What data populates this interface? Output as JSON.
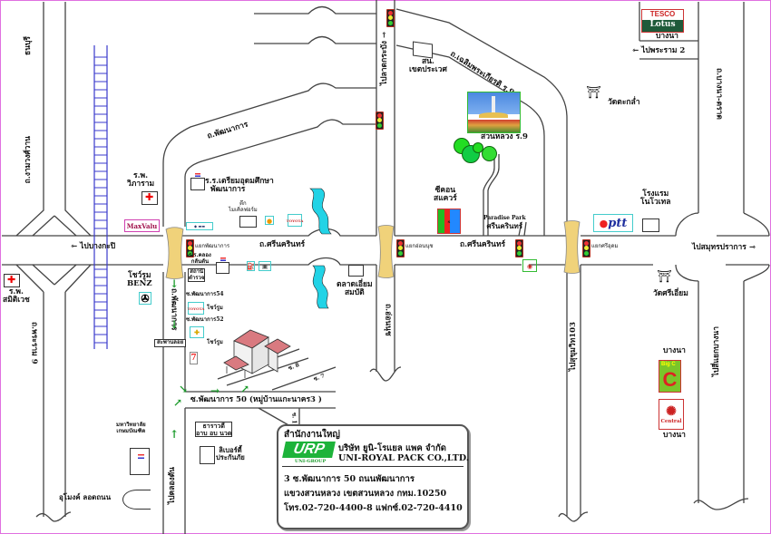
{
  "roads": {
    "thonburi": "ธนบุรี",
    "ngamwongwan": "ถ.งามวงศ์วาน",
    "phraram9": "ถ.พระราม 9",
    "pattanakarn": "ถ.พัฒนาการ",
    "srinakarin_1": "ถ.ศรีนครินทร์",
    "srinakarin_2": "ถ.ศรีนครินทร์",
    "chalermprakiat": "ถ.เฉลิมพระเกียรติ ร.9",
    "bangna_trad": "ถ.บางนา-ตราด",
    "onnut": "ถ.อ่อนนุช",
    "pattanakarn_soi": "ถ.พัฒนาการ",
    "soi8": "ซ. 8",
    "soi7": "ซ. 7",
    "soi1": "ซ. 1"
  },
  "directions": {
    "to_bangkapi": "ไปบางกะปิ",
    "to_ladkrabang": "ไปลาดกระบัง",
    "to_rama2": "ไปพระราม 2",
    "to_samutprakan": "ไปสมุทรปราการ",
    "to_klongtan": "ไปคลองตัน",
    "to_sukhumvit103": "ไปสุขุมวิท103",
    "to_bangna_junction": "ไปสี่แยกบางนา"
  },
  "intersections": {
    "pattanakarn": "แยกพัฒนาการ",
    "onnut": "แยกอ่อนนุช",
    "sriudom": "แยกศรีอุดม"
  },
  "landmarks": {
    "vikaram_hospital_1": "ร.พ.",
    "vikaram_hospital_2": "วิภาราม",
    "samitivej_1": "ร.พ.",
    "samitivej_2": "สมิติเวช",
    "maxvalu": "MaxValu",
    "school_1": "ร.ร.เตรียมอุดมศึกษา",
    "school_2": "พัฒนาการ",
    "building_1": "ตึก",
    "building_2": "ไมเคิ่ลฟอร์ม",
    "school2_1": "ร.ร.คลอง",
    "school2_2": "กลันตัน",
    "station_1": "สถานี",
    "station_2": "ตำรวจ",
    "benz_1": "โชว์รูม",
    "benz_2": "BENZ",
    "soi54": "ซ.พัฒนาการ54",
    "soi52": "ซ.พัฒนาการ52",
    "toyota_showroom": "โชว์รูม",
    "chevrolet_showroom": "โชว์รูม",
    "bridge_sign": "สะพานลอย",
    "soi50": "ซ.พัฒนาการ 50 (หมู่บ้านแกะนาคร3 )",
    "university_1": "มหาวิทยาลัย",
    "university_2": "เกษมบัณฑิต",
    "bts_1": "ธาราวดี",
    "bts_2": "อาบ อบ นวด",
    "liberty_1": "ลิเบอร์ตี้",
    "liberty_2": "ประกันภัย",
    "tunnel": "อุโมงค์ ลอดถนน",
    "market_1": "ตลาดเอี่ยม",
    "market_2": "สมบัติ",
    "police_1": "สน.",
    "police_2": "เขตประเวศ",
    "park": "สวนหลวง ร.9",
    "seacon_1": "ซีคอน",
    "seacon_2": "สแควร์",
    "paradise_1": "Paradise Park",
    "paradise_2": "ศรีนครินทร์",
    "novotel_1": "โรงแรม",
    "novotel_2": "โนโวเทล",
    "wat_krathum": "วัดตะกล่ำ",
    "wat_sri_iam": "วัดศรีเอี่ยม",
    "tesco_1": "TESCO",
    "tesco_2": "Lotus",
    "tesco_loc": "บางนา",
    "bigc_loc": "บางนา",
    "central_loc": "บางนา",
    "bigc": "Big C",
    "central": "Central",
    "ptt": "ptt",
    "toyota": "TOYOTA",
    "seven": "7"
  },
  "hq": {
    "title": "สำนักงานใหญ่",
    "logo": "URP",
    "logo_sub": "UNI-GROUP",
    "name_th": "บริษัท ยูนิ-โรแยล แพค จำกัด",
    "name_en": "UNI-ROYAL PACK CO.,LTD.",
    "address_1": "3 ซ.พัฒนาการ 50 ถนนพัฒนาการ",
    "address_2": "แขวงสวนหลวง เขตสวนหลวง กทม.10250",
    "contact": "โทร.02-720-4400-8   แฟกซ์.02-720-4410"
  },
  "colors": {
    "frame": "#e070e0",
    "road": "#444444",
    "rail": "#3a3acc",
    "bridge": "#f0d27a",
    "river": "#22d3e6",
    "accent_green": "#1a9a2a"
  }
}
